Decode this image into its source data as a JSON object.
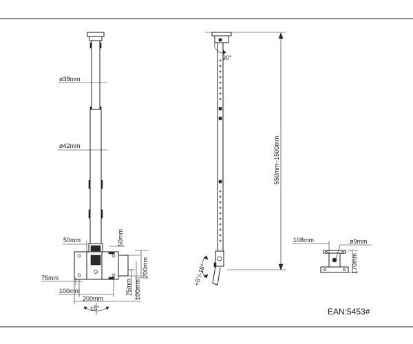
{
  "front_view": {
    "upper_tube_diameter": "ø38mm",
    "lower_tube_diameter": "ø42mm",
    "bracket_width": "50mm",
    "bracket_height": "50mm",
    "plate_offset": "75mm",
    "hole_spacing_100_h": "100mm",
    "hole_spacing_200_h": "200mm",
    "hole_spacing_75_v": "75mm",
    "hole_spacing_100_v": "100mm",
    "hole_spacing_200_v": "200mm",
    "swivel": "±5°"
  },
  "side_view": {
    "top_tilt": "90°",
    "length_range": "550mm~1500mm",
    "tilt_range": "+5°/-15°"
  },
  "ceiling_plate": {
    "width": "108mm",
    "hole_diameter": "ø9mm",
    "height": "170mm"
  },
  "ean": "EAN:5453#"
}
